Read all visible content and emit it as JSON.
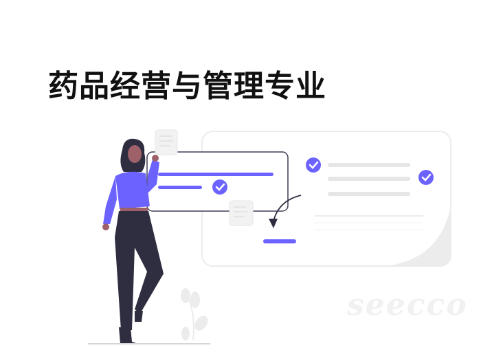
{
  "header": {
    "title": "药品经营与管理专业"
  },
  "watermark": {
    "text": "seecco"
  },
  "illustration": {
    "description": "woman checking off task list cards",
    "colors": {
      "accent": "#6c63ff",
      "skin": "#9e616a",
      "dark": "#2f2e41",
      "light_gray": "#e6e6e6",
      "card_border": "#3f3d56"
    }
  }
}
